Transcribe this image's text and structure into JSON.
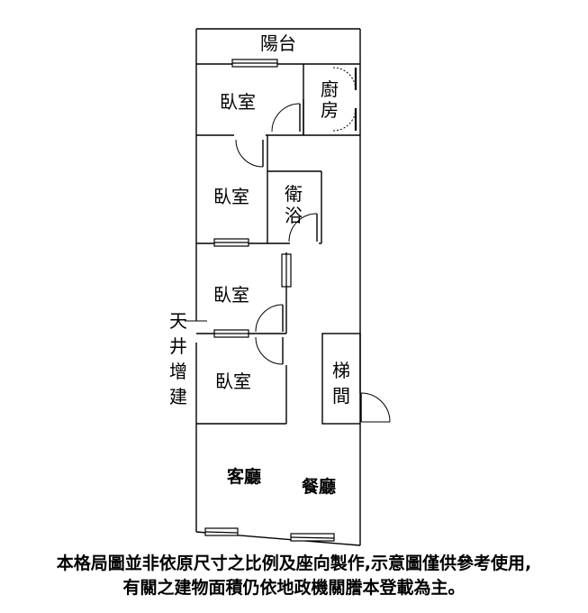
{
  "rooms": {
    "balcony": "陽台",
    "kitchen_1": "廚",
    "kitchen_2": "房",
    "bedroom_1": "臥室",
    "bedroom_2": "臥室",
    "bedroom_3": "臥室",
    "bedroom_4": "臥室",
    "bath_1": "衛",
    "bath_2": "浴",
    "stair_1": "梯",
    "stair_2": "間",
    "living": "客廳",
    "dining": "餐廳"
  },
  "annotation": {
    "line1": "天",
    "line2": "井",
    "line3": "增",
    "line4": "建"
  },
  "disclaimer": {
    "line1": "本格局圖並非依原尺寸之比例及座向製作,示意圖僅供參考使用,",
    "line2": "有關之建物面積仍依地政機關謄本登載為主。"
  }
}
